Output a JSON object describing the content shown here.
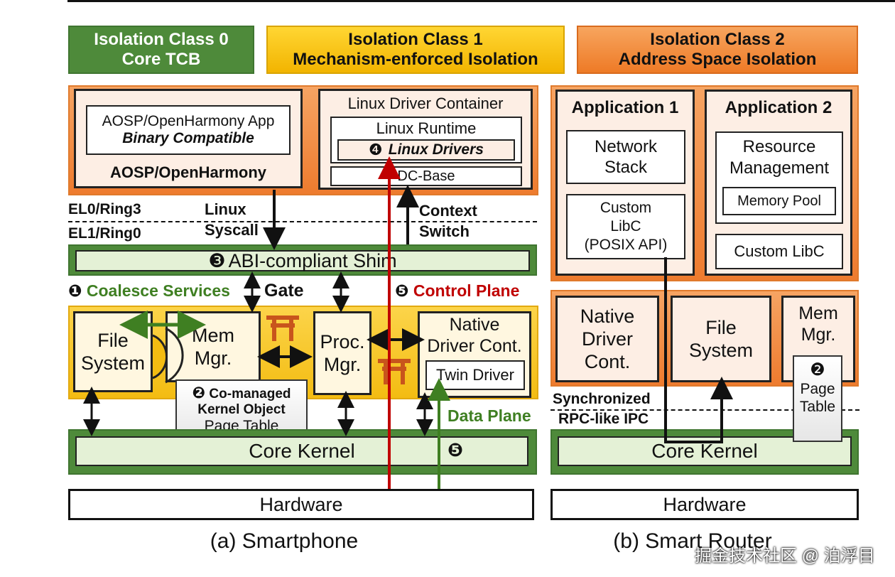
{
  "headers": {
    "class0": {
      "line1": "Isolation Class 0",
      "line2": "Core TCB"
    },
    "class1": {
      "line1": "Isolation Class 1",
      "line2": "Mechanism-enforced Isolation"
    },
    "class2": {
      "line1": "Isolation Class 2",
      "line2": "Address Space Isolation"
    }
  },
  "smartphone": {
    "aosp_app": {
      "line1": "AOSP/OpenHarmony App",
      "line2": "Binary Compatible"
    },
    "aosp_label": "AOSP/OpenHarmony",
    "ldc_title": "Linux Driver Container",
    "linux_runtime": "Linux Runtime",
    "linux_drivers_num": "❹",
    "linux_drivers": "Linux Drivers",
    "dc_base": "DC-Base",
    "el0": "EL0/Ring3",
    "el1": "EL1/Ring0",
    "linux_syscall": {
      "line1": "Linux",
      "line2": "Syscall"
    },
    "context_switch": {
      "line1": "Context",
      "line2": "Switch"
    },
    "shim_num": "❸",
    "shim": "ABI-compliant Shim",
    "coalesce_num": "❶",
    "coalesce": "Coalesce Services",
    "gate": "Gate",
    "control_plane_num": "❺",
    "control_plane": "Control Plane",
    "file_system": {
      "line1": "File",
      "line2": "System"
    },
    "mem_mgr": {
      "line1": "Mem",
      "line2": "Mgr."
    },
    "proc_mgr": {
      "line1": "Proc.",
      "line2": "Mgr."
    },
    "native_driver": {
      "line1": "Native",
      "line2": "Driver Cont."
    },
    "twin_driver": "Twin Driver",
    "co_managed": {
      "num": "❷",
      "line1": "Co-managed",
      "line2": "Kernel Object",
      "line3": "Page Table"
    },
    "data_plane": "Data Plane",
    "data_plane_num": "❺",
    "core_kernel": "Core Kernel",
    "hardware": "Hardware",
    "caption": "(a) Smartphone"
  },
  "router": {
    "app1": "Application 1",
    "network_stack": {
      "line1": "Network",
      "line2": "Stack"
    },
    "custom_libc_api": {
      "line1": "Custom",
      "line2": "LibC",
      "line3": "(POSIX API)"
    },
    "app2": "Application 2",
    "resource_mgmt": {
      "line1": "Resource",
      "line2": "Management"
    },
    "memory_pool": "Memory Pool",
    "custom_libc": "Custom LibC",
    "native_driver": {
      "line1": "Native",
      "line2": "Driver",
      "line3": "Cont."
    },
    "file_system": {
      "line1": "File",
      "line2": "System"
    },
    "mem_mgr": {
      "line1": "Mem",
      "line2": "Mgr."
    },
    "page_table": {
      "num": "❷",
      "line1": "Page",
      "line2": "Table"
    },
    "sync_ipc": {
      "line1": "Synchronized",
      "line2": "RPC-like IPC"
    },
    "core_kernel": "Core Kernel",
    "hardware": "Hardware",
    "caption": "(b) Smart Router"
  },
  "watermark": "掘金技术社区 @ 泊浮目",
  "colors": {
    "green": "#4e8a3a",
    "yellow": "#f3bc12",
    "orange": "#ee7b2e",
    "control_plane": "#c00000",
    "data_plane": "#3f7f22"
  }
}
